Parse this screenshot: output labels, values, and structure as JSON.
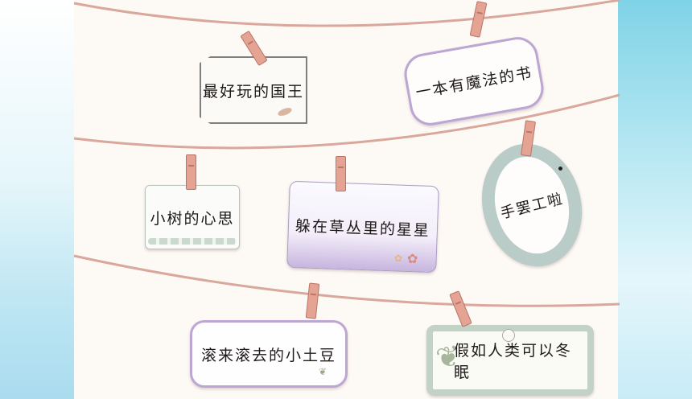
{
  "cards": {
    "c1": "最好玩的国王",
    "c2": "一本有魔法的书",
    "c3": "小树的心思",
    "c4": "躲在草丛里的星星",
    "c5": "手罢工啦",
    "c6": "滚来滚去的小土豆",
    "c7": "假如人类可以冬眠"
  },
  "colors": {
    "string": "#d9a79c",
    "pin": "#e5a394",
    "purple_border": "#bca6d4",
    "sage": "#c3d2c6"
  }
}
